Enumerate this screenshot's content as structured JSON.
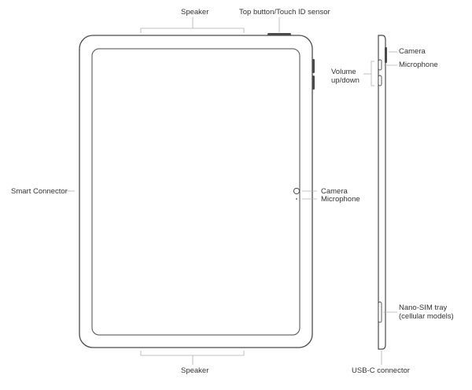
{
  "labels": {
    "speaker_top": "Speaker",
    "top_button": "Top button/Touch ID sensor",
    "smart_connector": "Smart Connector",
    "camera_front": "Camera",
    "microphone_front": "Microphone",
    "speaker_bottom": "Speaker",
    "camera_side": "Camera",
    "microphone_side": "Microphone",
    "volume_line1": "Volume",
    "volume_line2": "up/down",
    "nano_sim_line1": "Nano-SIM tray",
    "nano_sim_line2": "(cellular models)",
    "usb_c": "USB-C connector"
  },
  "colors": {
    "text": "#333333",
    "outline": "#4a4a4a",
    "leader": "#b0b0b0",
    "background": "#ffffff"
  }
}
